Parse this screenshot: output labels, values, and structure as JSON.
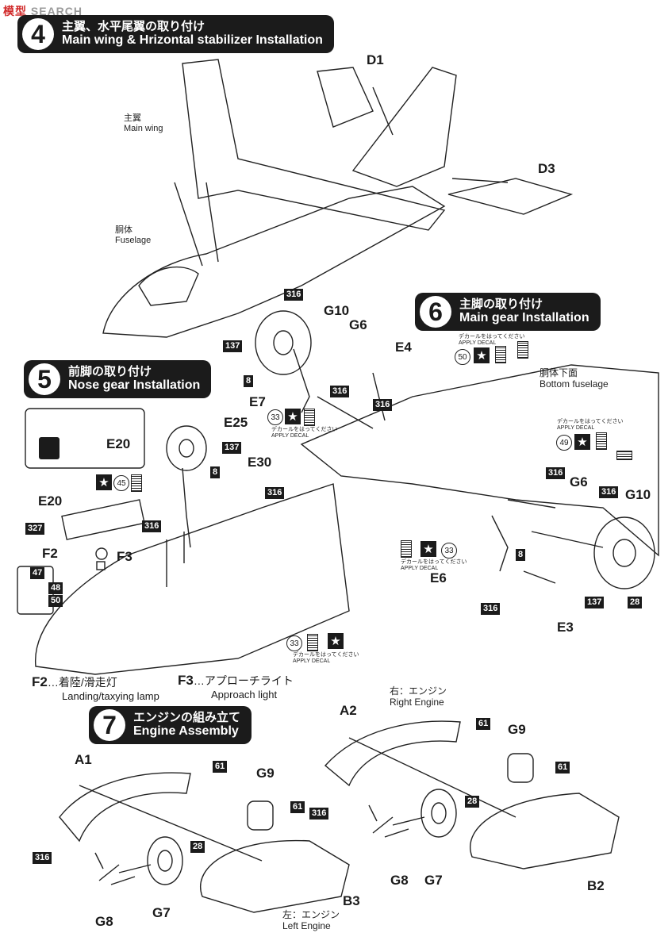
{
  "watermark": {
    "part1": "模型",
    "part2": "SEARCH"
  },
  "steps": [
    {
      "num": "4",
      "jp": "主翼、水平尾翼の取り付け",
      "en": "Main wing & Hrizontal stabilizer Installation"
    },
    {
      "num": "5",
      "jp": "前脚の取り付け",
      "en": "Nose gear Installation"
    },
    {
      "num": "6",
      "jp": "主脚の取り付け",
      "en": "Main gear Installation"
    },
    {
      "num": "7",
      "jp": "エンジンの組み立て",
      "en": "Engine Assembly"
    }
  ],
  "labels": {
    "main_wing_jp": "主翼",
    "main_wing_en": "Main wing",
    "fuselage_jp": "胴体",
    "fuselage_en": "Fuselage",
    "bottom_fuselage_jp": "胴体下面",
    "bottom_fuselage_en": "Bottom fuselage",
    "right_engine_jp": "右：エンジン",
    "right_engine_en": "Right Engine",
    "left_engine_jp": "左：エンジン",
    "left_engine_en": "Left Engine",
    "apply_jp": "デカールをはってください",
    "apply_en": "APPLY DECAL"
  },
  "parts": {
    "D1": "D1",
    "D3": "D3",
    "G10a": "G10",
    "G6a": "G6",
    "E4": "E4",
    "E7": "E7",
    "E25": "E25",
    "E30": "E30",
    "E20a": "E20",
    "E20b": "E20",
    "F2": "F2",
    "F3": "F3",
    "G6b": "G6",
    "G10b": "G10",
    "E6": "E6",
    "E3": "E3",
    "A1": "A1",
    "A2": "A2",
    "G9a": "G9",
    "G9b": "G9",
    "G8a": "G8",
    "G7a": "G7",
    "G8b": "G8",
    "G7b": "G7",
    "B3": "B3",
    "B2": "B2"
  },
  "paints": {
    "p316a": "316",
    "p137a": "137",
    "p8a": "8",
    "p316b": "316",
    "p316c": "316",
    "p137b": "137",
    "p8b": "8",
    "p316d": "316",
    "p327": "327",
    "p316e": "316",
    "p316f": "316",
    "p316g": "316",
    "p8c": "8",
    "p316h": "316",
    "p137c": "137",
    "p28a": "28",
    "p61a": "61",
    "p61b": "61",
    "p316i": "316",
    "p28b": "28",
    "p61c": "61",
    "p61d": "61",
    "p316j": "316",
    "p28c": "28"
  },
  "decals": {
    "d33a": "33",
    "d45": "45",
    "d47": "47",
    "d48": "48",
    "d50a": "50",
    "d50b": "50",
    "d49": "49",
    "d33b": "33",
    "d33c": "33"
  },
  "legend": {
    "f2_code": "F2",
    "f2_jp": "着陸/滑走灯",
    "f2_en": "Landing/taxying lamp",
    "f3_code": "F3",
    "f3_jp": "アプローチライト",
    "f3_en": "Approach light"
  }
}
